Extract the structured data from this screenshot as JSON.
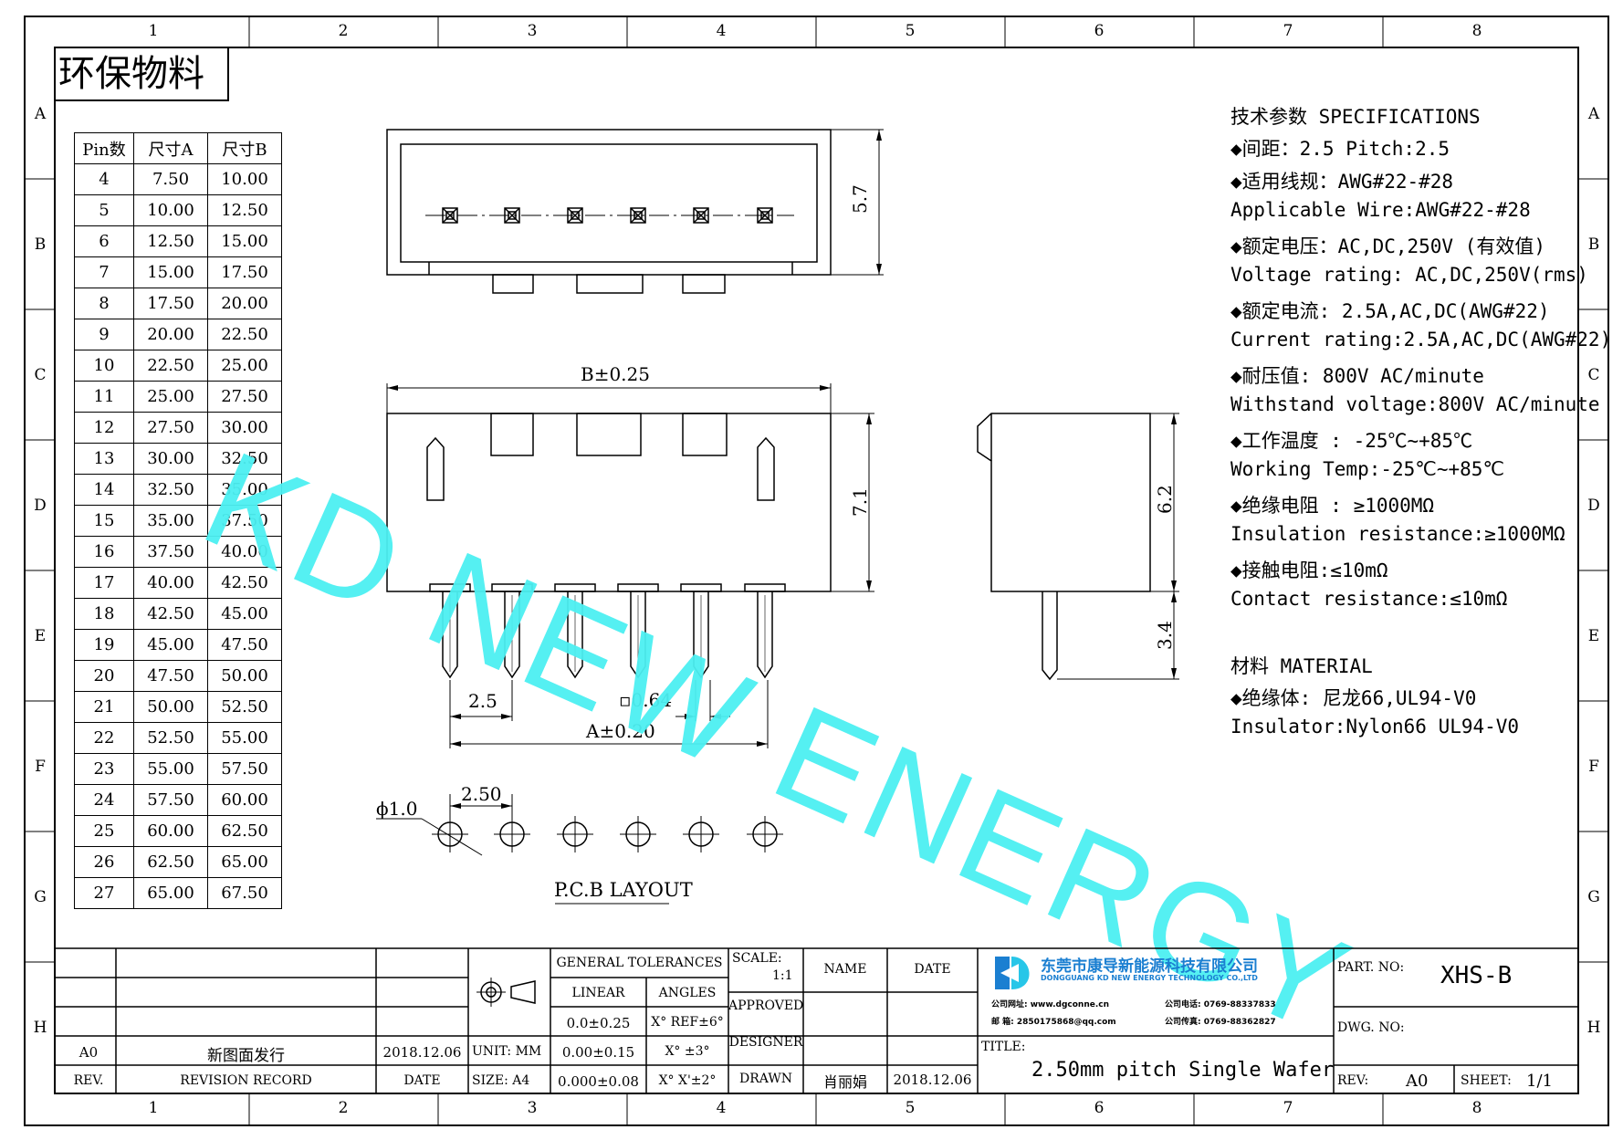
{
  "stamp": "环保物料",
  "zones": {
    "columns": [
      "1",
      "2",
      "3",
      "4",
      "5",
      "6",
      "7",
      "8"
    ],
    "rows": [
      "A",
      "B",
      "C",
      "D",
      "E",
      "F",
      "G",
      "H"
    ]
  },
  "pin_table": {
    "headers": [
      "Pin数",
      "尺寸A",
      "尺寸B"
    ],
    "rows": [
      [
        "4",
        "7.50",
        "10.00"
      ],
      [
        "5",
        "10.00",
        "12.50"
      ],
      [
        "6",
        "12.50",
        "15.00"
      ],
      [
        "7",
        "15.00",
        "17.50"
      ],
      [
        "8",
        "17.50",
        "20.00"
      ],
      [
        "9",
        "20.00",
        "22.50"
      ],
      [
        "10",
        "22.50",
        "25.00"
      ],
      [
        "11",
        "25.00",
        "27.50"
      ],
      [
        "12",
        "27.50",
        "30.00"
      ],
      [
        "13",
        "30.00",
        "32.50"
      ],
      [
        "14",
        "32.50",
        "35.00"
      ],
      [
        "15",
        "35.00",
        "37.50"
      ],
      [
        "16",
        "37.50",
        "40.00"
      ],
      [
        "17",
        "40.00",
        "42.50"
      ],
      [
        "18",
        "42.50",
        "45.00"
      ],
      [
        "19",
        "45.00",
        "47.50"
      ],
      [
        "20",
        "47.50",
        "50.00"
      ],
      [
        "21",
        "50.00",
        "52.50"
      ],
      [
        "22",
        "52.50",
        "55.00"
      ],
      [
        "23",
        "55.00",
        "57.50"
      ],
      [
        "24",
        "57.50",
        "60.00"
      ],
      [
        "25",
        "60.00",
        "62.50"
      ],
      [
        "26",
        "62.50",
        "65.00"
      ],
      [
        "27",
        "65.00",
        "67.50"
      ]
    ]
  },
  "dimensions": {
    "top_height": "5.7",
    "b_width": "B±0.25",
    "front_height": "7.1",
    "pitch": "2.5",
    "pin_square": "▫0.64",
    "a_width": "A±0.20",
    "side_height": "6.2",
    "side_pin": "3.4",
    "hole_diameter": "ϕ1.0",
    "pcb_pitch": "2.50",
    "pcb_label": "P.C.B LAYOUT"
  },
  "specs": {
    "heading": "技术参数  SPECIFICATIONS",
    "lines": [
      "◆间距：2.5      Pitch:2.5",
      "◆适用线规：AWG#22-#28",
      " Applicable Wire:AWG#22-#28",
      "◆额定电压：AC,DC,250V (有效值)",
      " Voltage rating: AC,DC,250V(rms)",
      "◆额定电流: 2.5A,AC,DC(AWG#22)",
      " Current rating:2.5A,AC,DC(AWG#22)",
      "◆耐压值: 800V AC/minute",
      "  Withstand voltage:800V AC/minute",
      "◆工作温度 : -25℃~+85℃",
      " Working Temp:-25℃~+85℃",
      "◆绝缘电阻 : ≥1000MΩ",
      " Insulation resistance:≥1000MΩ",
      "◆接触电阻:≤10mΩ",
      " Contact resistance:≤10mΩ"
    ],
    "material_heading": "材料  MATERIAL",
    "material_lines": [
      "◆绝缘体: 尼龙66,UL94-V0",
      "  Insulator:Nylon66 UL94-V0"
    ]
  },
  "watermark": "KD NEW ENERGY",
  "title_block": {
    "rev": "A0",
    "revision_record": "新图面发行",
    "date": "2018.12.06",
    "rev_label": "REV.",
    "revision_record_label": "REVISION RECORD",
    "date_label": "DATE",
    "unit": "UNIT: MM",
    "size": "SIZE: A4",
    "general_tolerances": "GENERAL TOLERANCES",
    "linear": "LINEAR",
    "angles": "ANGLES",
    "tol_linear": [
      "0.0±0.25",
      "0.00±0.15",
      "0.000±0.08"
    ],
    "tol_angles": [
      "X° REF±6°",
      "X° ±3°",
      "X° X'±2°"
    ],
    "scale_label": "SCALE:",
    "scale": "1:1",
    "approved": "APPROVED",
    "designer": "DESIGNER",
    "drawn": "DRAWN",
    "name": "NAME",
    "date_col": "DATE",
    "drawn_name": "肖丽娟",
    "drawn_date": "2018.12.06",
    "company_cn": "东莞市康导新能源科技有限公司",
    "company_en": "DONGGUANG KD NEW ENERGY TECHNOLOGY CO.,LTD",
    "website": "公司网址: www.dgconne.cn",
    "phone": "公司电话: 0769-88337833",
    "email": "邮   箱: 2850175868@qq.com",
    "fax": "公司传真: 0769-88362827",
    "title_label": "TITLE:",
    "title": "2.50mm pitch Single Wafer",
    "part_no_label": "PART. NO:",
    "part_no": "XHS-B",
    "dwg_no_label": "DWG. NO:",
    "rev_label2": "REV:",
    "rev_value": "A0",
    "sheet_label": "SHEET:",
    "sheet": "1/1"
  },
  "colors": {
    "watermark": "#4cf0f2",
    "logo_blue": "#1b7fd1",
    "logo_cyan": "#27c6e8"
  }
}
